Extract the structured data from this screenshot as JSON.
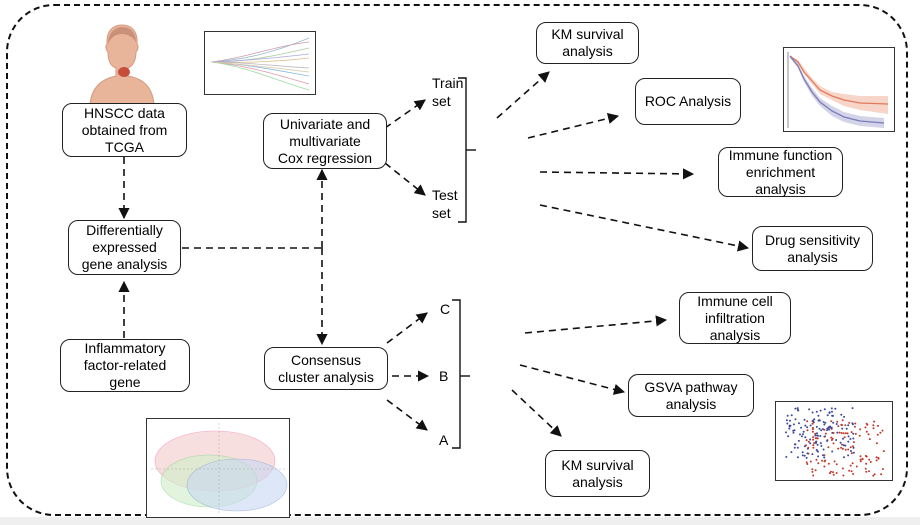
{
  "boxes": {
    "hnscc": "HNSCC data\nobtained from\nTCGA",
    "deg": "Differentially\nexpressed\ngene analysis",
    "inflam": "Inflammatory\nfactor-related\ngene",
    "cox": "Univariate and\nmultivariate\nCox regression",
    "consensus": "Consensus\ncluster analysis",
    "km_top": "KM survival\nanalysis",
    "roc": "ROC Analysis",
    "immune_fn": "Immune function\nenrichment\nanalysis",
    "drug": "Drug sensitivity\nanalysis",
    "immune_cell": "Immune cell\ninfiltration\nanalysis",
    "gsva": "GSVA pathway\nanalysis",
    "km_bottom": "KM survival\nanalysis"
  },
  "labels": {
    "train": "Train\nset",
    "test": "Test\nset",
    "cluster_c": "C",
    "cluster_b": "B",
    "cluster_a": "A"
  },
  "colors": {
    "border": "#222222",
    "skin": "#e8b49a",
    "lesion": "#c0392b",
    "km_red": "#e07a5f",
    "km_blue": "#7a7ab8",
    "scatter_red": "#c0392b",
    "scatter_blue": "#3b4a9c"
  },
  "images": {
    "human_icon": "human-head-neck-icon",
    "lasso_plot": "lasso-coefficient-plot",
    "km_plot": "km-curve-plot",
    "pca_plot": "pca-scatter-plot",
    "cluster_plot": "cluster-ellipse-plot"
  }
}
